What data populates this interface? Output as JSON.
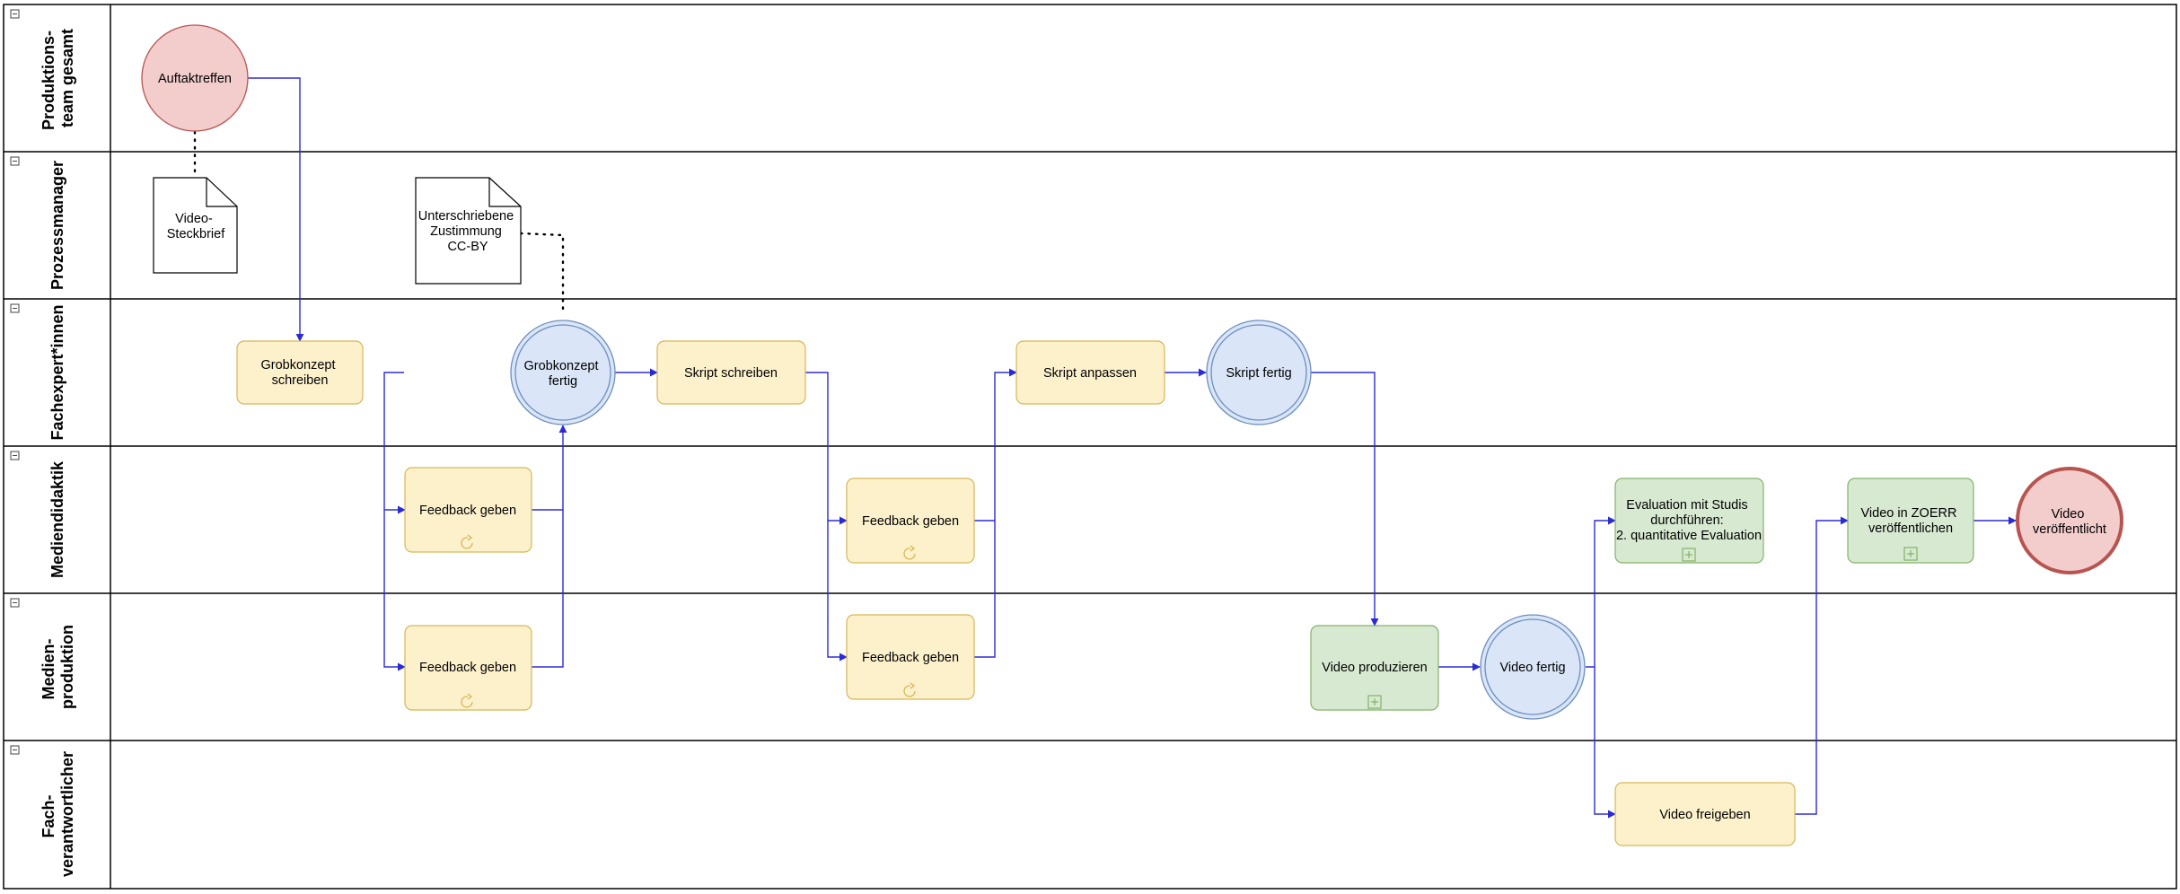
{
  "lanes": [
    {
      "id": "team",
      "label_lines": [
        "Produktions-",
        "team gesamt"
      ]
    },
    {
      "id": "pm",
      "label_lines": [
        "Prozessmanager"
      ]
    },
    {
      "id": "fach",
      "label_lines": [
        "Fachexpert*innen"
      ]
    },
    {
      "id": "md",
      "label_lines": [
        "Mediendidaktik"
      ]
    },
    {
      "id": "mp",
      "label_lines": [
        "Medien-",
        "produktion"
      ]
    },
    {
      "id": "fv",
      "label_lines": [
        "Fach-",
        "verantwortlicher"
      ]
    }
  ],
  "nodes": {
    "auftakt": {
      "lines": [
        "Auftaktreffen"
      ],
      "shape": "start-event"
    },
    "steckbrief": {
      "lines": [
        "Video-",
        "Steckbrief"
      ],
      "shape": "document"
    },
    "zustimmung": {
      "lines": [
        "Unterschriebene",
        "Zustimmung",
        "CC-BY"
      ],
      "shape": "document"
    },
    "grob_schreiben": {
      "lines": [
        "Grobkonzept",
        "schreiben"
      ],
      "shape": "task"
    },
    "grob_fertig": {
      "lines": [
        "Grobkonzept",
        "fertig"
      ],
      "shape": "intermediate-event"
    },
    "skript_schreiben": {
      "lines": [
        "Skript schreiben"
      ],
      "shape": "task"
    },
    "skript_anpassen": {
      "lines": [
        "Skript anpassen"
      ],
      "shape": "task"
    },
    "skript_fertig": {
      "lines": [
        "Skript fertig"
      ],
      "shape": "intermediate-event"
    },
    "fb1": {
      "lines": [
        "Feedback geben"
      ],
      "shape": "loop-task"
    },
    "fb2": {
      "lines": [
        "Feedback geben"
      ],
      "shape": "loop-task"
    },
    "fb3": {
      "lines": [
        "Feedback geben"
      ],
      "shape": "loop-task"
    },
    "fb4": {
      "lines": [
        "Feedback geben"
      ],
      "shape": "loop-task"
    },
    "eval": {
      "lines": [
        "Evaluation mit Studis",
        "durchführen:",
        "2. quantitative Evaluation"
      ],
      "shape": "subprocess"
    },
    "zoerr": {
      "lines": [
        "Video in ZOERR",
        "veröffentlichen"
      ],
      "shape": "subprocess"
    },
    "veroeff": {
      "lines": [
        "Video",
        "veröffentlicht"
      ],
      "shape": "end-event"
    },
    "produzieren": {
      "lines": [
        "Video produzieren"
      ],
      "shape": "subprocess"
    },
    "video_fertig": {
      "lines": [
        "Video fertig"
      ],
      "shape": "intermediate-event"
    },
    "freigeben": {
      "lines": [
        "Video freigeben"
      ],
      "shape": "task"
    }
  },
  "colors": {
    "flow": "#2b2bd6",
    "task_fill": "#fdf1cc",
    "task_stroke": "#d6b656",
    "subprocess_fill": "#d8e9d2",
    "subprocess_stroke": "#82b366",
    "event_blue_fill": "#dae6f8",
    "event_blue_stroke": "#6c8ebf",
    "event_red_fill": "#f3cccc",
    "event_red_stroke": "#b85450"
  }
}
